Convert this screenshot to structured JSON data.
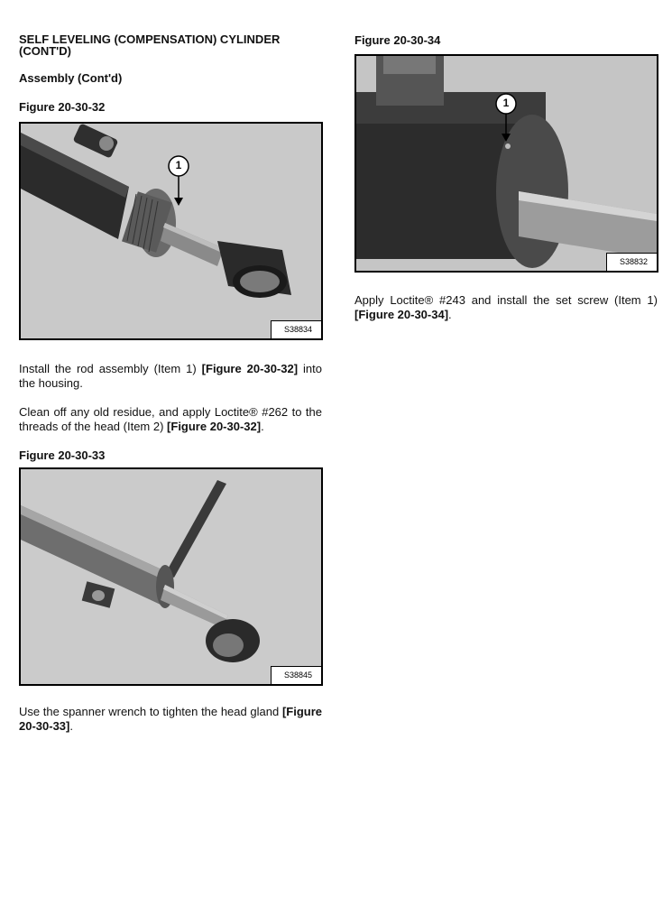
{
  "section_title_line1": "SELF LEVELING (COMPENSATION) CYLINDER",
  "section_title_line2": "(CONT'D)",
  "subsection_title": "Assembly (Cont'd)",
  "figures": [
    {
      "caption": "Figure 20-30-32",
      "code": "S38834",
      "callout": "1"
    },
    {
      "caption": "Figure 20-30-33",
      "code": "S38845"
    },
    {
      "caption": "Figure 20-30-34",
      "code": "S38832",
      "callout": "1"
    }
  ],
  "paragraphs": {
    "p1": {
      "a": "Install the rod assembly (Item 1) ",
      "ref": "[Figure 20-30-32]",
      "b": " into the housing."
    },
    "p2": {
      "a": "Clean off any old residue, and apply Loctite® #262 to the threads of the head (Item 2) ",
      "ref": "[Figure 20-30-32]",
      "b": "."
    },
    "p3": {
      "a": "Use the spanner wrench to tighten the head gland ",
      "ref": "[Figure 20-30-33]",
      "b": "."
    },
    "p4": {
      "a": "Apply Loctite® #243 and install the set screw (Item 1) ",
      "ref": "[Figure 20-30-34]",
      "b": "."
    }
  },
  "colors": {
    "photo_bg": "#c7c7c7",
    "metal_dark": "#2a2a2a",
    "chrome": "#9a9a9a"
  }
}
